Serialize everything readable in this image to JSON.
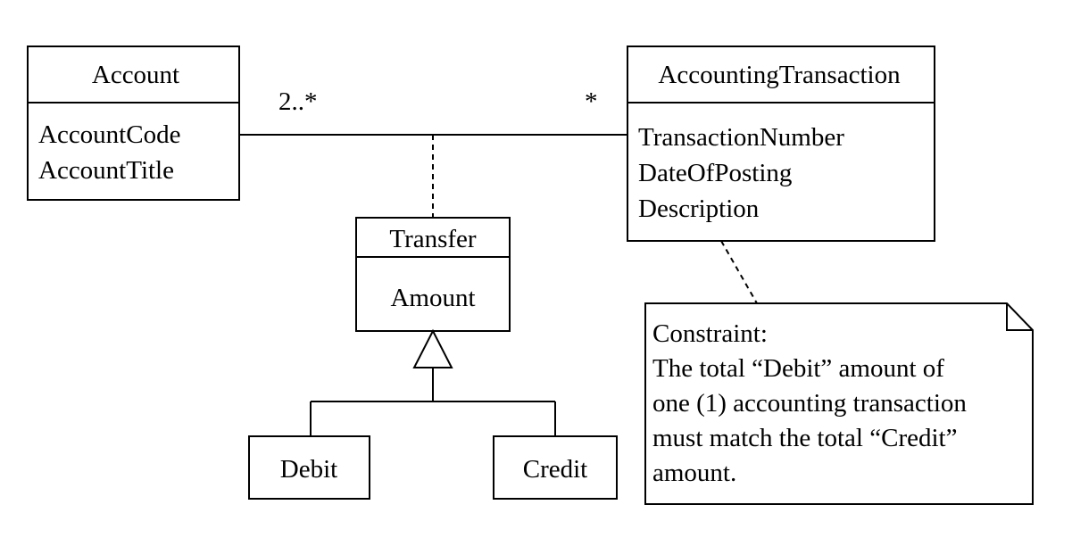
{
  "classes": {
    "account": {
      "name": "Account",
      "attributes": [
        "AccountCode",
        "AccountTitle"
      ]
    },
    "accounting_transaction": {
      "name": "AccountingTransaction",
      "attributes": [
        "TransactionNumber",
        "DateOfPosting",
        "Description"
      ]
    },
    "transfer": {
      "name": "Transfer",
      "attributes": [
        "Amount"
      ]
    },
    "debit": {
      "name": "Debit"
    },
    "credit": {
      "name": "Credit"
    }
  },
  "association": {
    "account_multiplicity": "2..*",
    "transaction_multiplicity": "*"
  },
  "note": {
    "lines": [
      "Constraint:",
      "The total “Debit” amount of",
      "one (1) accounting transaction",
      "must match the total “Credit”",
      "amount."
    ]
  }
}
